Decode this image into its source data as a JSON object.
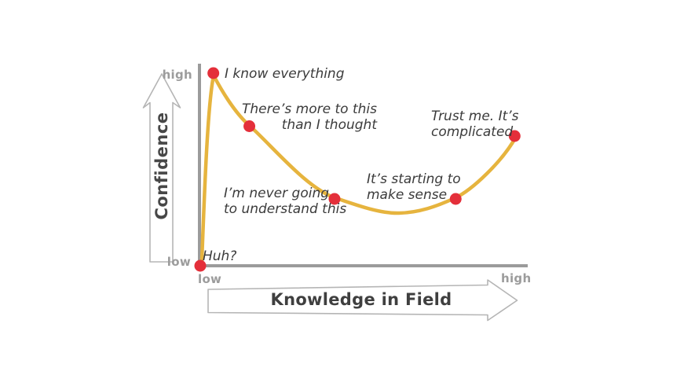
{
  "axes": {
    "y_label": "Confidence",
    "x_label": "Knowledge in Field",
    "y_high": "high",
    "y_low": "low",
    "x_low": "low",
    "x_high": "high"
  },
  "colors": {
    "curve": "#e6b43e",
    "dot": "#e42f3a",
    "axis": "#9b9b9b",
    "arrow_outline": "#b5b5b5",
    "text_dark": "#3b3b3b",
    "label_gray": "#9c9c9c",
    "background": "#ffffff"
  },
  "chart_data": {
    "type": "line",
    "title": "",
    "xlabel": "Knowledge in Field",
    "ylabel": "Confidence",
    "x_axis_range_labels": [
      "low",
      "high"
    ],
    "y_axis_range_labels": [
      "low",
      "high"
    ],
    "grid": false,
    "legend": false,
    "description": "Confidence spikes near zero knowledge, collapses into a trough as knowledge grows, then slowly recovers at high knowledge (Dunning–Kruger style curve).",
    "points": [
      {
        "label": "Huh?",
        "knowledge": 0.0,
        "confidence": 0.0
      },
      {
        "label": "I know everything",
        "knowledge": 0.04,
        "confidence": 0.98
      },
      {
        "label": "There’s more to this\nthan I thought",
        "knowledge": 0.15,
        "confidence": 0.71
      },
      {
        "label": "I’m never going\nto understand this",
        "knowledge": 0.41,
        "confidence": 0.34
      },
      {
        "label": "It’s starting to\nmake sense",
        "knowledge": 0.78,
        "confidence": 0.34
      },
      {
        "label": "Trust me. It’s\ncomplicated",
        "knowledge": 0.96,
        "confidence": 0.66
      }
    ]
  }
}
